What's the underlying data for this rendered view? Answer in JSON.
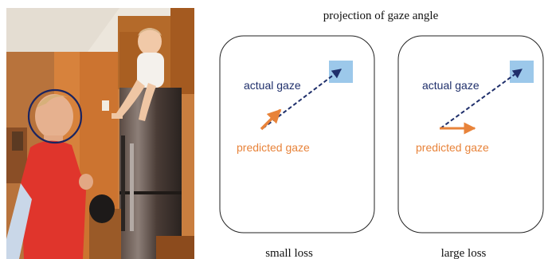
{
  "title": "projection of gaze angle",
  "panels": [
    {
      "caption": "small loss",
      "actual_label": "actual gaze",
      "predicted_label": "predicted gaze"
    },
    {
      "caption": "large loss",
      "actual_label": "actual gaze",
      "predicted_label": "predicted gaze"
    }
  ],
  "colors": {
    "actual": "#1f2f6b",
    "predicted": "#e8833a",
    "target": "#9cc8ea",
    "head_circle": "#1a2460"
  }
}
